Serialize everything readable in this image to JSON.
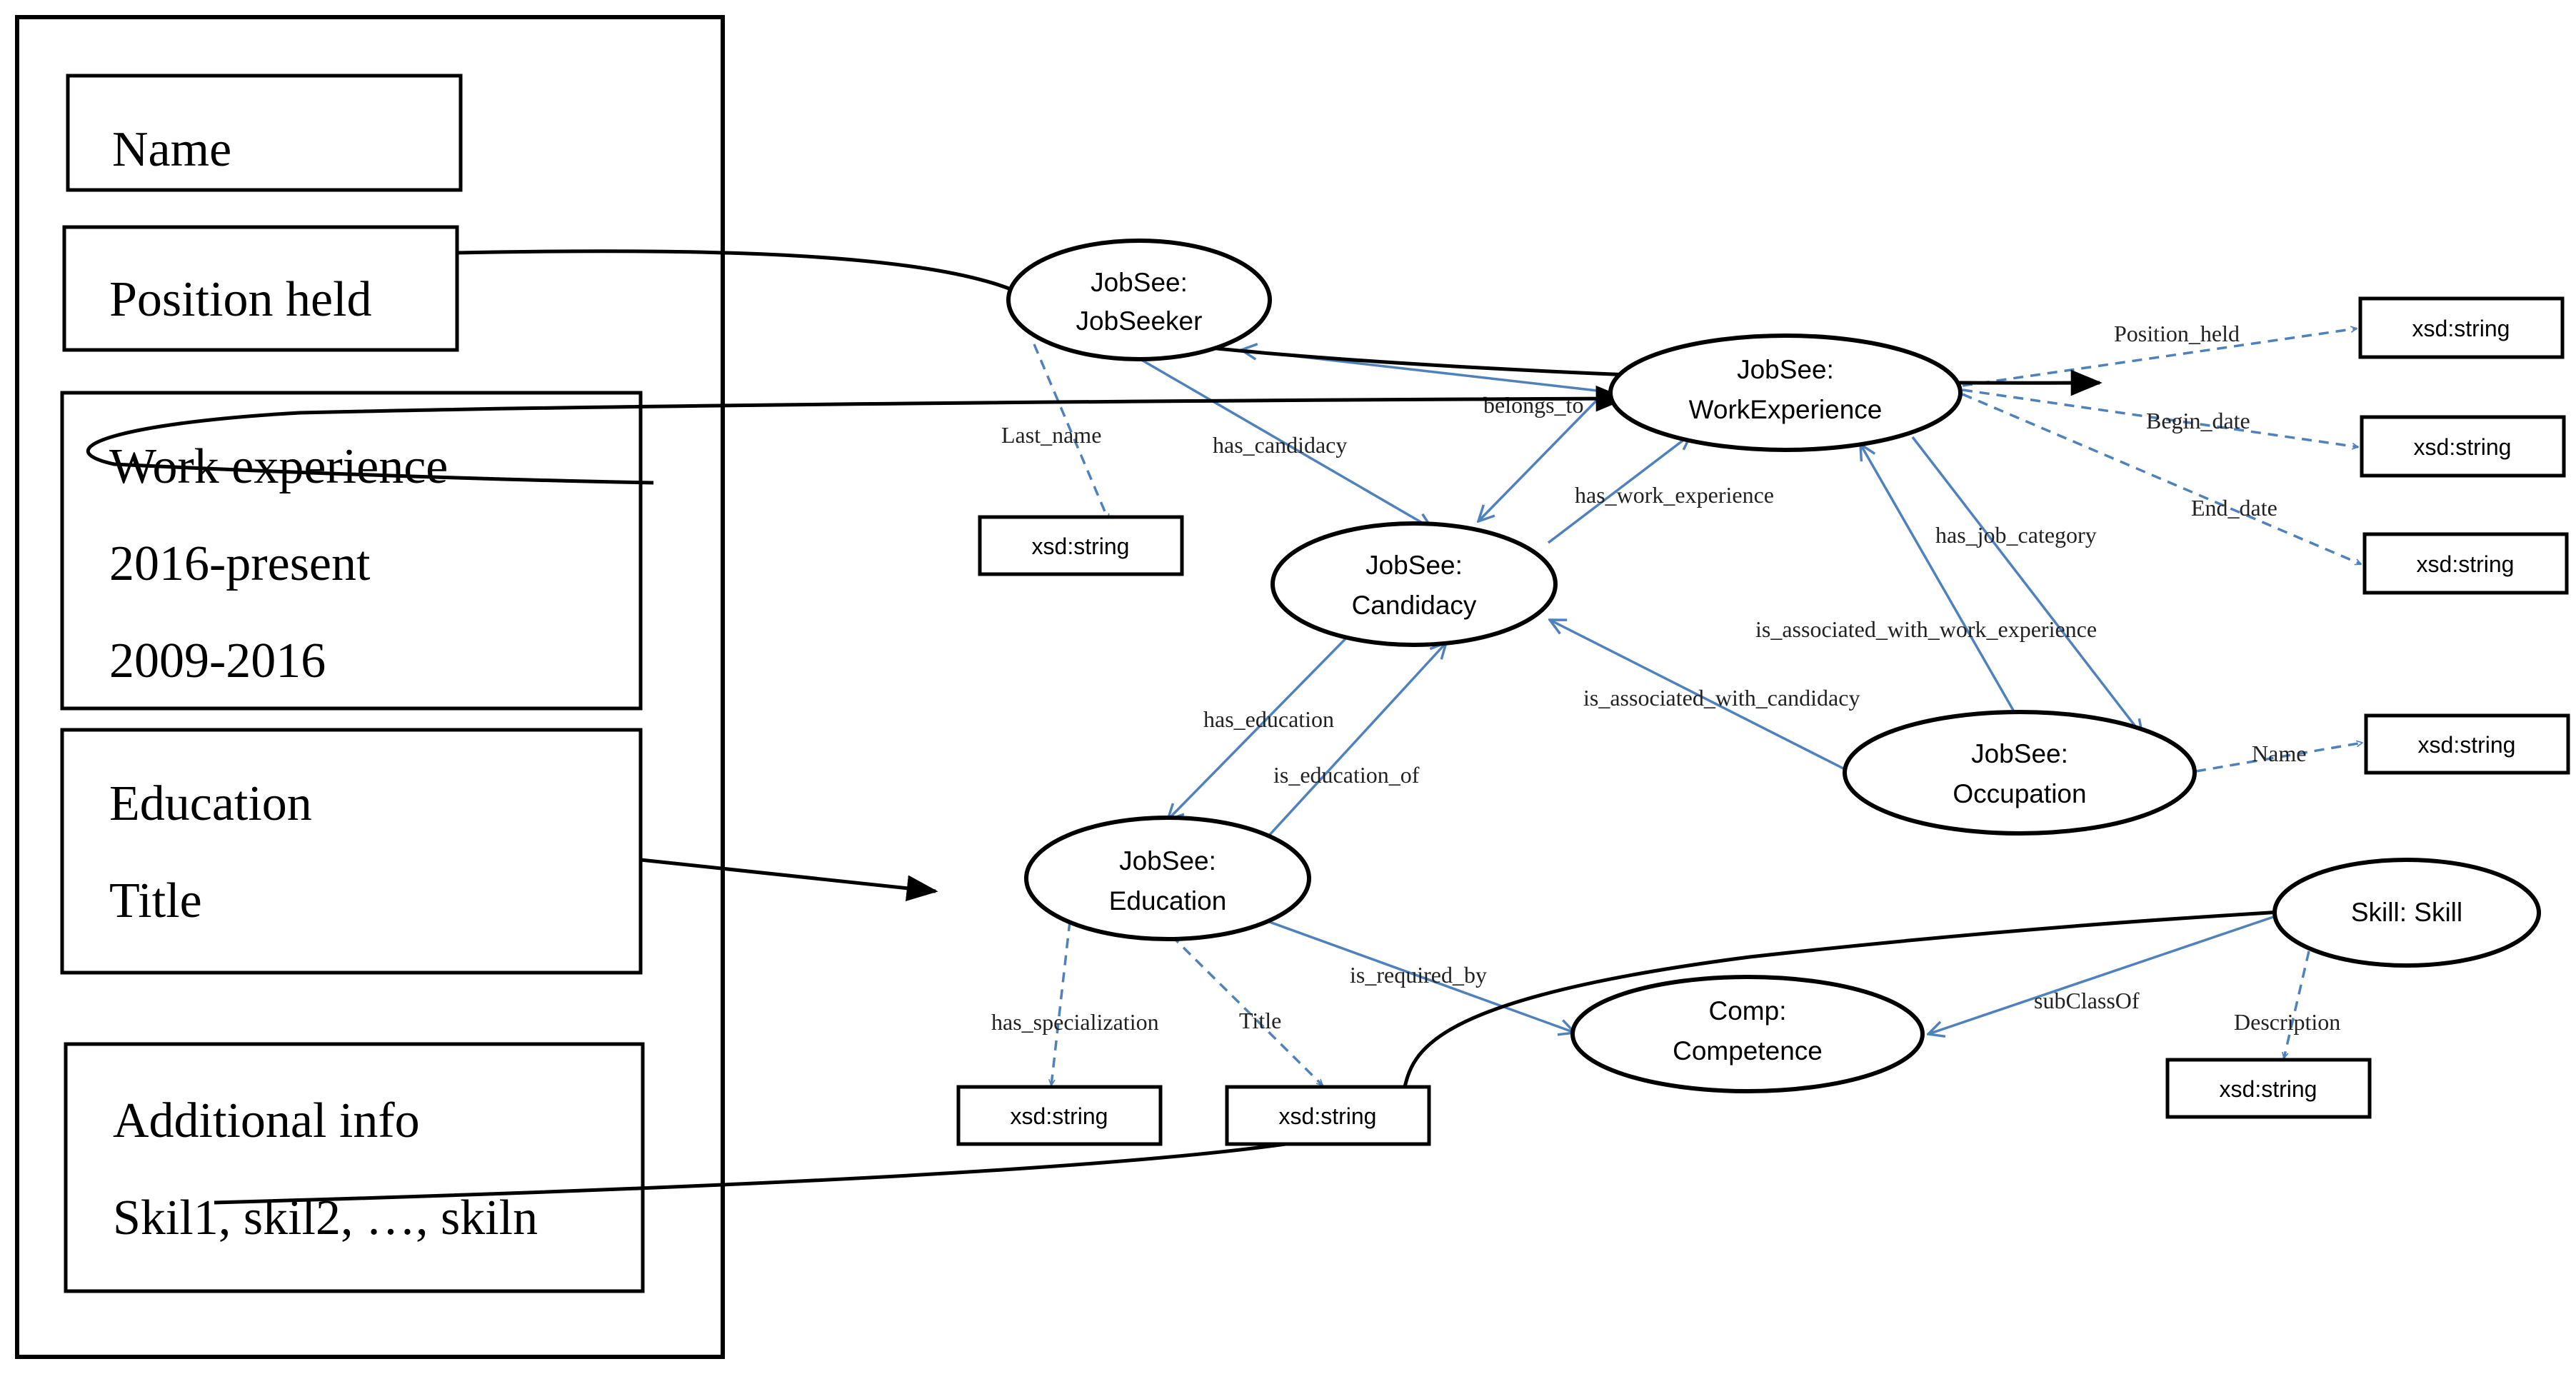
{
  "form": {
    "name": "Name",
    "position_held": "Position held",
    "work_experience": {
      "title": "Work experience",
      "entries": [
        "2016-present",
        "2009-2016"
      ]
    },
    "education": {
      "title": "Education",
      "field": "Title"
    },
    "additional_info": {
      "title": "Additional info",
      "skills": "Skil1, skil2, …, skiln"
    }
  },
  "nodes": {
    "jobseeker": [
      "JobSee:",
      "JobSeeker"
    ],
    "workexperience": [
      "JobSee:",
      "WorkExperience"
    ],
    "candidacy": [
      "JobSee:",
      "Candidacy"
    ],
    "education": [
      "JobSee:",
      "Education"
    ],
    "occupation": [
      "JobSee:",
      "Occupation"
    ],
    "skill": [
      "Skill: Skill"
    ],
    "competence": [
      "Comp:",
      "Competence"
    ]
  },
  "literals": {
    "lastname": "xsd:string",
    "position_held": "xsd:string",
    "begin_date": "xsd:string",
    "end_date": "xsd:string",
    "occupation_name": "xsd:string",
    "specialization": "xsd:string",
    "title": "xsd:string",
    "skill_description": "xsd:string"
  },
  "edges": {
    "last_name": "Last_name",
    "has_candidacy": "has_candidacy",
    "belongs_to": "belongs_to",
    "has_work_experience": "has_work_experience",
    "position_held": "Position_held",
    "begin_date": "Begin_date",
    "end_date": "End_date",
    "has_job_category": "has_job_category",
    "is_associated_with_work_experience": "is_associated_with_work_experience",
    "is_associated_with_candidacy": "is_associated_with_candidacy",
    "name": "Name",
    "has_education": "has_education",
    "is_education_of": "is_education_of",
    "has_specialization": "has_specialization",
    "title": "Title",
    "is_required_by": "is_required_by",
    "subclassof": "subClassOf",
    "description": "Description"
  },
  "colors": {
    "relation": "#4f81bd",
    "mapping": "#000000"
  }
}
